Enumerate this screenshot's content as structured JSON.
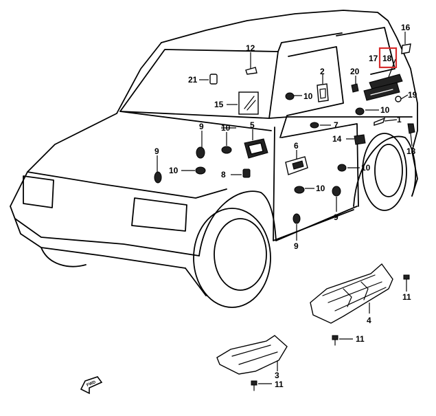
{
  "diagram": {
    "callouts": [
      {
        "id": "c1",
        "label": "1"
      },
      {
        "id": "c2",
        "label": "2"
      },
      {
        "id": "c3",
        "label": "3"
      },
      {
        "id": "c4",
        "label": "4"
      },
      {
        "id": "c5",
        "label": "5"
      },
      {
        "id": "c6",
        "label": "6"
      },
      {
        "id": "c7",
        "label": "7"
      },
      {
        "id": "c8",
        "label": "8"
      },
      {
        "id": "c9a",
        "label": "9"
      },
      {
        "id": "c9b",
        "label": "9"
      },
      {
        "id": "c9c",
        "label": "9"
      },
      {
        "id": "c9d",
        "label": "9"
      },
      {
        "id": "c10a",
        "label": "10"
      },
      {
        "id": "c10b",
        "label": "10"
      },
      {
        "id": "c10c",
        "label": "10"
      },
      {
        "id": "c10d",
        "label": "10"
      },
      {
        "id": "c10e",
        "label": "10"
      },
      {
        "id": "c10f",
        "label": "10"
      },
      {
        "id": "c11a",
        "label": "11"
      },
      {
        "id": "c11b",
        "label": "11"
      },
      {
        "id": "c11c",
        "label": "11"
      },
      {
        "id": "c12",
        "label": "12"
      },
      {
        "id": "c13",
        "label": "13"
      },
      {
        "id": "c14",
        "label": "14"
      },
      {
        "id": "c15",
        "label": "15"
      },
      {
        "id": "c16",
        "label": "16"
      },
      {
        "id": "c17",
        "label": "17"
      },
      {
        "id": "c18",
        "label": "18"
      },
      {
        "id": "c19",
        "label": "19"
      },
      {
        "id": "c20",
        "label": "20"
      },
      {
        "id": "c21",
        "label": "21"
      }
    ],
    "highlighted_part": "18",
    "highlight_color": "#d62b2b",
    "direction_marker": "FWD"
  }
}
